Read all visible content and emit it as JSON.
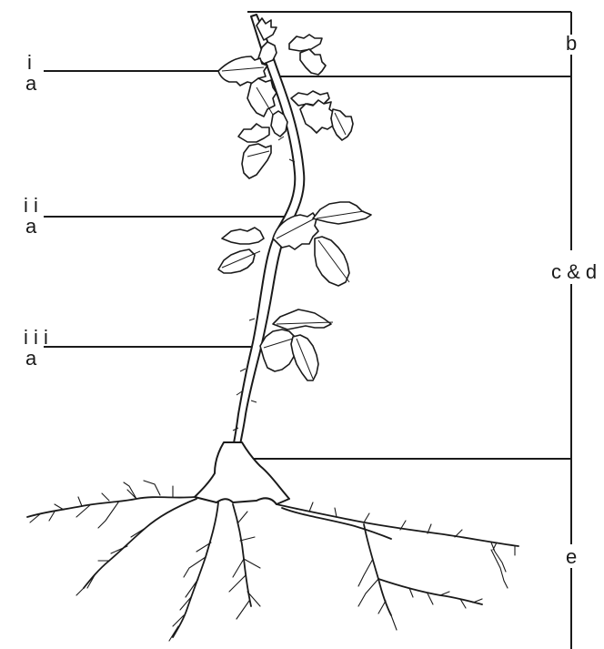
{
  "labels": {
    "node_i_numeral": "i",
    "node_i_letter": "a",
    "node_ii_numeral": "i i",
    "node_ii_letter": "a",
    "node_iii_numeral": "i i i",
    "node_iii_letter": "a",
    "section_b": "b",
    "section_cd": "c & d",
    "section_e": "e"
  },
  "colors": {
    "ink": "#1a1a1a",
    "background": "#ffffff"
  }
}
